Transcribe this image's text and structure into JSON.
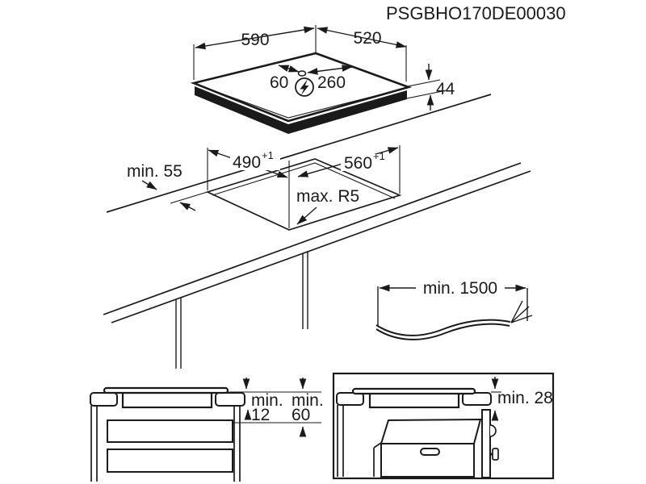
{
  "title": "PSGBHO170DE00030",
  "hob": {
    "width": "590",
    "depth": "520",
    "height": "44",
    "connection_offset_left": "60",
    "connection_offset_right": "260",
    "power_symbol": "lightning-bolt"
  },
  "cutout": {
    "width_value": "490",
    "width_tolerance": "+1",
    "depth_value": "560",
    "depth_tolerance": "+1",
    "rear_clearance": "min. 55",
    "corner_radius": "max. R5"
  },
  "cable": {
    "length": "min. 1500"
  },
  "drawer_clearance": {
    "min_label_a": "min.",
    "value_a": "12",
    "min_label_b": "min.",
    "value_b": "60"
  },
  "oven_clearance": {
    "label": "min. 28"
  }
}
